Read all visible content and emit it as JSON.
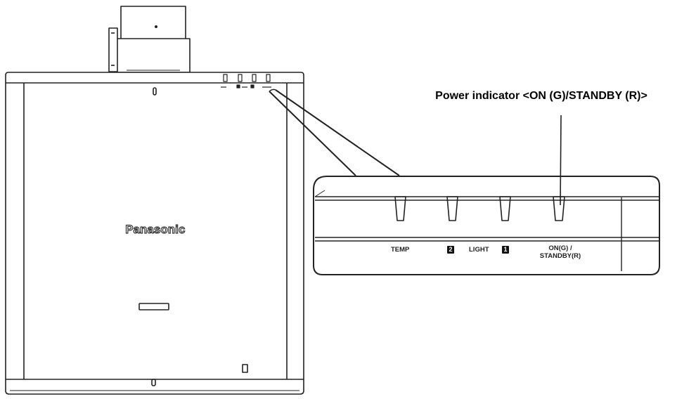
{
  "callout": {
    "title": "Power indicator <ON (G)/STANDBY (R)>"
  },
  "projector": {
    "brand": "Panasonic"
  },
  "panel": {
    "temp_label": "TEMP",
    "light_label": "LIGHT",
    "light_index_left": "2",
    "light_index_right": "1",
    "power_label_line1": "ON(G) /",
    "power_label_line2": "STANDBY(R)"
  },
  "colors": {
    "line": "#222222",
    "background": "#ffffff"
  }
}
